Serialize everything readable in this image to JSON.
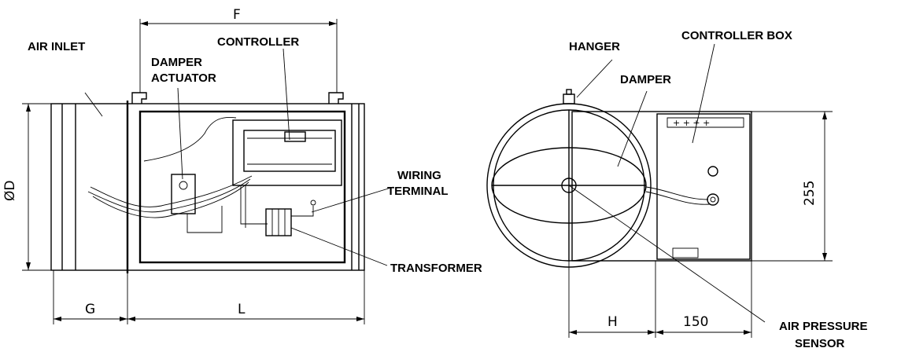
{
  "labels": {
    "air_inlet": "AIR INLET",
    "damper_actuator_1": "DAMPER",
    "damper_actuator_2": "ACTUATOR",
    "controller": "CONTROLLER",
    "wiring_terminal_1": "WIRING",
    "wiring_terminal_2": "TERMINAL",
    "transformer": "TRANSFORMER",
    "hanger": "HANGER",
    "controller_box": "CONTROLLER BOX",
    "damper": "DAMPER",
    "air_pressure_sensor_1": "AIR PRESSURE",
    "air_pressure_sensor_2": "SENSOR"
  },
  "dimensions": {
    "f": "F",
    "diameter": "ØD",
    "g": "G",
    "l": "L",
    "h": "H",
    "d150": "150",
    "d255": "255"
  }
}
